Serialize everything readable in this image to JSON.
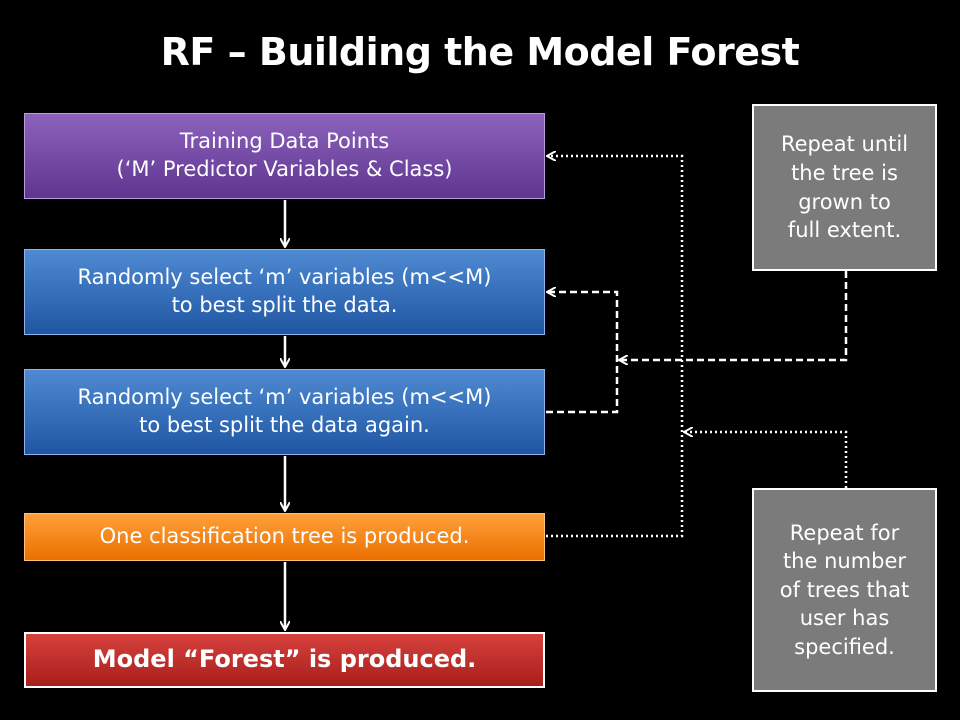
{
  "title": "RF – Building the Model Forest",
  "flow": {
    "training": "Training Data Points\n(‘M’ Predictor Variables & Class)",
    "select1": "Randomly select ‘m’ variables (m<<M)\nto best split the data.",
    "select2": "Randomly select ‘m’ variables (m<<M)\nto best split the data again.",
    "tree": "One classification tree is produced.",
    "forest": "Model “Forest” is produced."
  },
  "notes": {
    "repeat_tree": "Repeat until\nthe tree is\ngrown to\nfull extent.",
    "repeat_forest": "Repeat for\nthe number\nof trees that\nuser has\nspecified."
  },
  "colors": {
    "purple": "#7a4fae",
    "blue": "#3a73c2",
    "orange": "#f7890f",
    "red": "#c0302c",
    "note_gray": "#7b7b7b"
  }
}
